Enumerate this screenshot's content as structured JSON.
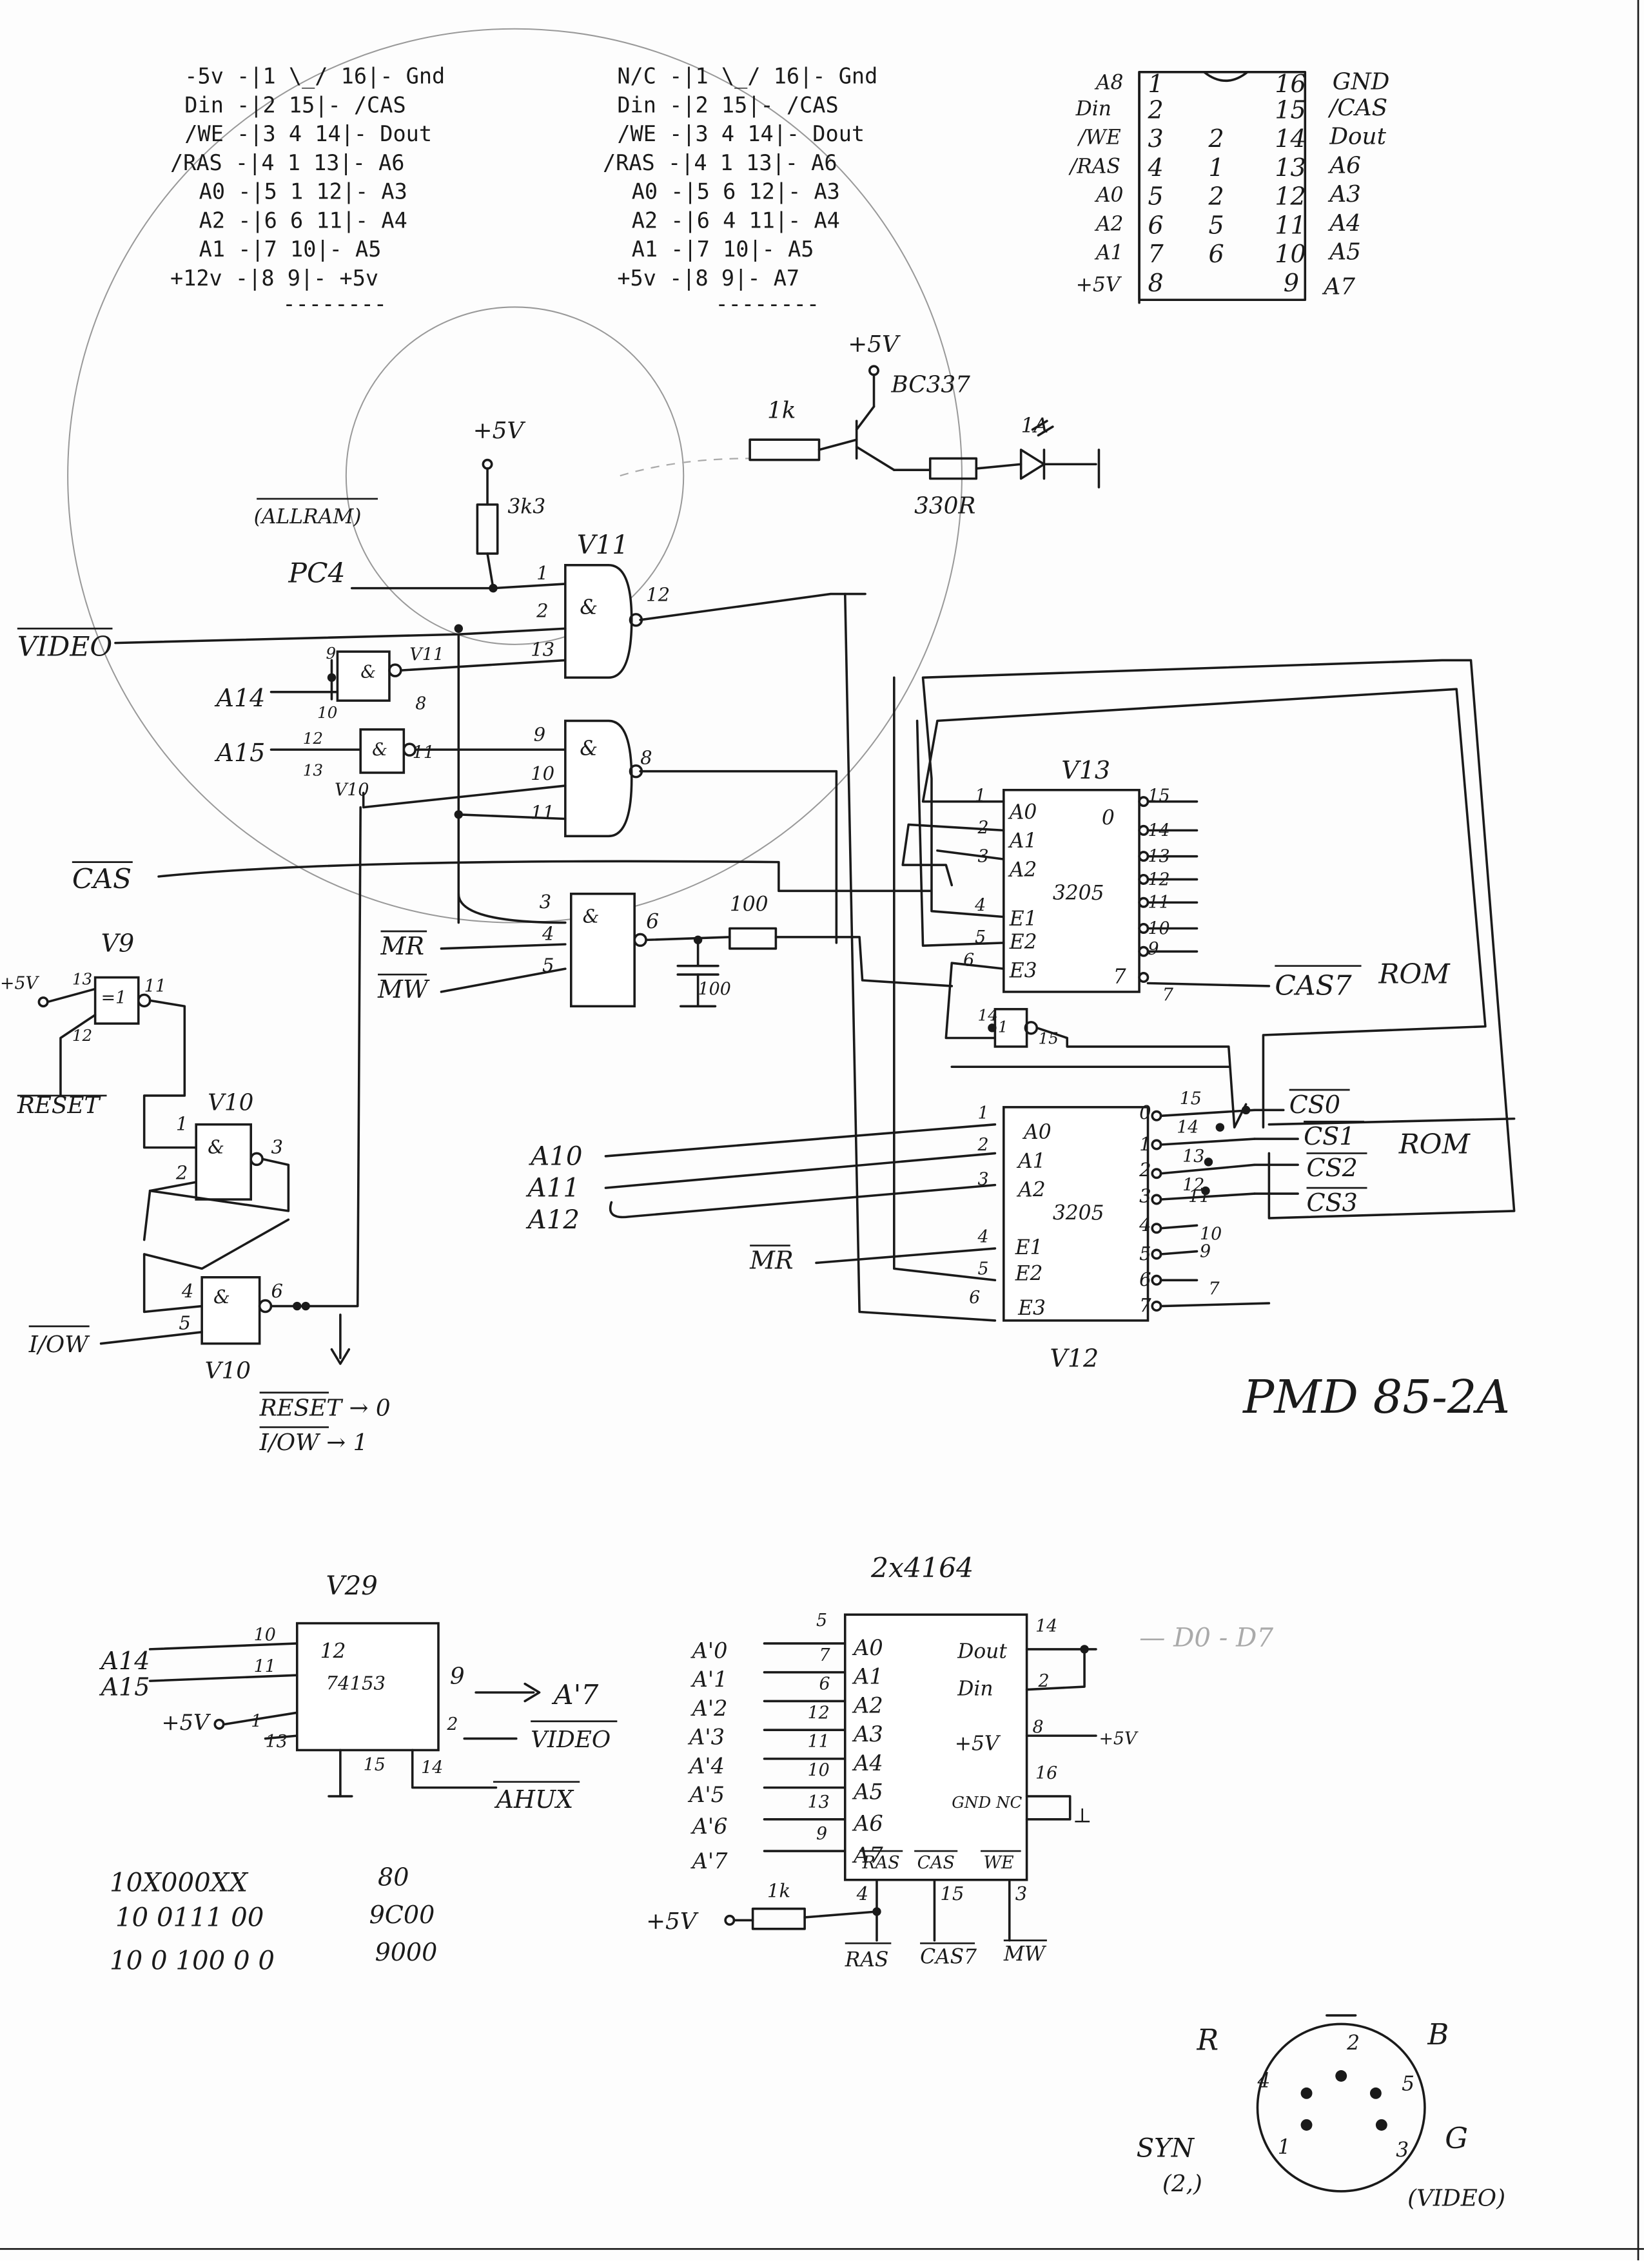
{
  "pinouts": {
    "left": [
      "-5v -|1 \\_/ 16|- Gnd",
      "Din -|2      15|- /CAS",
      "/WE -|3   4  14|- Dout",
      "/RAS -|4   1  13|- A6",
      "A0 -|5   1  12|- A3",
      "A2 -|6   6  11|- A4",
      "A1 -|7      10|- A5",
      "+12v -|8       9|- +5v",
      "--------"
    ],
    "mid": [
      "N/C -|1 \\_/ 16|- Gnd",
      "Din -|2      15|- /CAS",
      "/WE -|3   4  14|- Dout",
      "/RAS -|4   1  13|- A6",
      "A0 -|5   6  12|- A3",
      "A2 -|6   4  11|- A4",
      "A1 -|7      10|- A5",
      "+5v -|8       9|- A7",
      "--------"
    ],
    "right": {
      "left_names": [
        "A8",
        "Din",
        "/WE",
        "/RAS",
        "A0",
        "A2",
        "A1",
        "+5V"
      ],
      "left_pins": [
        "1",
        "2",
        "3",
        "4",
        "5",
        "6",
        "7",
        "8"
      ],
      "mid_numbers": [
        "",
        "",
        "2",
        "1",
        "2",
        "5",
        "6",
        ""
      ],
      "right_pins": [
        "16",
        "15",
        "14",
        "13",
        "12",
        "11",
        "10",
        "9"
      ],
      "right_names": [
        "GND",
        "/CAS",
        "Dout",
        "A6",
        "A3",
        "A4",
        "A5",
        "A7"
      ]
    }
  },
  "labels": {
    "plus5v": "+5V",
    "bc337": "BC337",
    "r1k": "1k",
    "r330": "330R",
    "led_mark": "1A",
    "r3k3": "3k3",
    "allram": "(ALLRAM)",
    "pc4": "PC4",
    "v11": "V11",
    "video": "VIDEO",
    "a14": "A14",
    "a15": "A15",
    "v10_small": "V10",
    "cas": "CAS",
    "mr": "MR",
    "mw": "MW",
    "r100": "100",
    "c100": "100",
    "v9": "V9",
    "plus5v_small": "+5V",
    "reset": "RESET",
    "v10": "V10",
    "v13": "V13",
    "v12": "V12",
    "iow": "I/OW",
    "reset_to": "RESET → 0",
    "iow_to": "I/OW → 1",
    "ic3205": "3205",
    "cas7_rom": "CAS7",
    "rom_word": "ROM",
    "cs0": "CS0",
    "cs1": "CS1",
    "cs2": "CS2",
    "cs3": "CS3",
    "a10": "A10",
    "a11": "A11",
    "a12": "A12",
    "mr2": "MR",
    "title": "PMD 85-2A",
    "two_x_4164": "2x4164",
    "v29": "V29",
    "ic74153": "74153",
    "a7out": "A'7",
    "ahux": "AHUX",
    "video2": "VIDEO",
    "plus5v_v29": "+5V",
    "bits": [
      "10X000XX",
      "10 0111 00",
      "10 0 100 0 0"
    ],
    "hex": [
      "80",
      "9C00",
      "9000"
    ],
    "ram_addr": [
      "A'0",
      "A'1",
      "A'2",
      "A'3",
      "A'4",
      "A'5",
      "A'6",
      "A'7"
    ],
    "ram_left_pins": [
      "5",
      "7",
      "6",
      "12",
      "11",
      "10",
      "13",
      "9"
    ],
    "ram_inner_left": [
      "A0",
      "A1",
      "A2",
      "A3",
      "A4",
      "A5",
      "A6",
      "A7"
    ],
    "ram_inner_right": [
      "Dout",
      "Din",
      "+5V",
      "GND NC"
    ],
    "ram_bottom_inner": [
      "RAS",
      "CAS",
      "WE"
    ],
    "ram_bottom_pins": [
      "4",
      "15",
      "3"
    ],
    "ram_bottom_names": [
      "RAS",
      "CAS7",
      "MW"
    ],
    "d0d7": "D0 - D7",
    "plus5v_ram_right": "+5V",
    "plus5v_ram_left": "+5V",
    "din_pins": [
      "R",
      "B",
      "G",
      "SYN",
      "(2,)",
      "(VIDEO)"
    ],
    "din_numbers": [
      "2",
      "4",
      "5",
      "1",
      "3"
    ]
  }
}
